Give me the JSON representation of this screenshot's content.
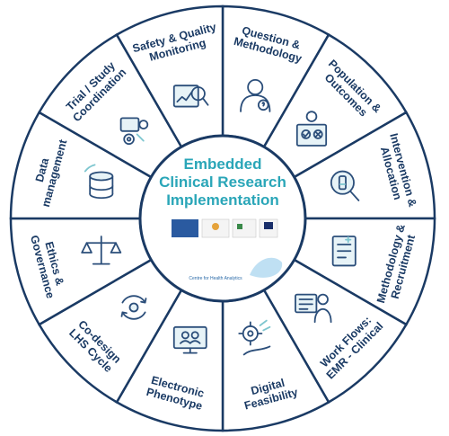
{
  "diagram": {
    "center": {
      "title_lines": [
        "Embedded",
        "Clinical Research",
        "Implementation"
      ],
      "footer_text": "Centre for Health Analytics"
    },
    "segments": [
      {
        "lines": [
          "Question &",
          "Methodology"
        ],
        "icon": "doctor-icon"
      },
      {
        "lines": [
          "Population &",
          "Outcomes"
        ],
        "icon": "patient-selection-icon"
      },
      {
        "lines": [
          "Intervention &",
          "Allocation"
        ],
        "icon": "vial-magnifier-icon"
      },
      {
        "lines": [
          "Methodology &",
          "Recruitment"
        ],
        "icon": "clipboard-icon"
      },
      {
        "lines": [
          "Work Flows:",
          "EMR - Clinical"
        ],
        "icon": "clinician-screen-icon"
      },
      {
        "lines": [
          "Digital",
          "Feasibility"
        ],
        "icon": "gear-hand-icon"
      },
      {
        "lines": [
          "Electronic",
          "Phenotype"
        ],
        "icon": "monitor-people-icon"
      },
      {
        "lines": [
          "Co-design",
          "LHS Cycle"
        ],
        "icon": "cycle-icon"
      },
      {
        "lines": [
          "Ethics &",
          "Governance"
        ],
        "icon": "scales-icon"
      },
      {
        "lines": [
          "Data",
          "management"
        ],
        "icon": "database-sync-icon"
      },
      {
        "lines": [
          "Trial / Study",
          "Coordination"
        ],
        "icon": "coordination-icon"
      },
      {
        "lines": [
          "Safety & Quality",
          "Monitoring"
        ],
        "icon": "monitoring-icon"
      }
    ]
  },
  "colors": {
    "ring_border": "#1a3a64",
    "label_text": "#1a3a64",
    "center_title": "#2aa6b8",
    "segment_fill": "#ffffff"
  }
}
